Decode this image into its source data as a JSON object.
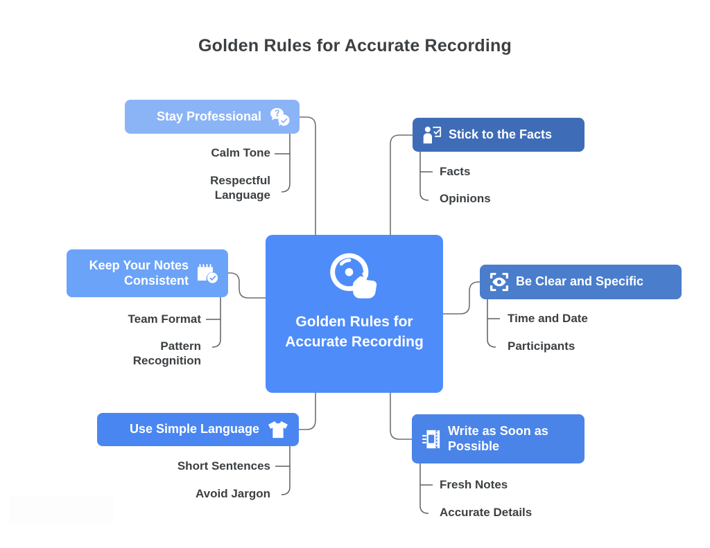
{
  "page": {
    "title": "Golden Rules for Accurate Recording",
    "background_color": "#ffffff",
    "title_color": "#3c4043",
    "connector_color": "#6f6f6f"
  },
  "center": {
    "label": "Golden Rules for\nAccurate\nRecording",
    "icon": "disc-hand-icon",
    "color": "#4e8cfa"
  },
  "branches": [
    {
      "id": "stay-professional",
      "label": "Stay Professional",
      "icon": "chat-bubble-question-check-icon",
      "icon_side": "right",
      "color": "#8bb4f7",
      "children": [
        "Calm Tone",
        "Respectful\nLanguage"
      ]
    },
    {
      "id": "stick-to-the-facts",
      "label": "Stick to the Facts",
      "icon": "person-checklist-icon",
      "icon_side": "left",
      "color": "#3f6cb7",
      "children": [
        "Facts",
        "Opinions"
      ]
    },
    {
      "id": "keep-your-notes-consistent",
      "label": "Keep Your Notes\nConsistent",
      "icon": "notepad-check-icon",
      "icon_side": "right",
      "color": "#6ba3f8",
      "children": [
        "Team Format",
        "Pattern\nRecognition"
      ]
    },
    {
      "id": "be-clear-and-specific",
      "label": "Be Clear and Specific",
      "icon": "focus-eye-icon",
      "icon_side": "left",
      "color": "#4a7dcb",
      "children": [
        "Time and Date",
        "Participants"
      ]
    },
    {
      "id": "use-simple-language",
      "label": "Use Simple Language",
      "icon": "tshirt-icon",
      "icon_side": "right",
      "color": "#4a86f2",
      "children": [
        "Short Sentences",
        "Avoid Jargon"
      ]
    },
    {
      "id": "write-as-soon-as-possible",
      "label": "Write as Soon as\nPossible",
      "icon": "notebook-icon",
      "icon_side": "left",
      "color": "#4a84e8",
      "children": [
        "Fresh Notes",
        "Accurate Details"
      ]
    }
  ]
}
